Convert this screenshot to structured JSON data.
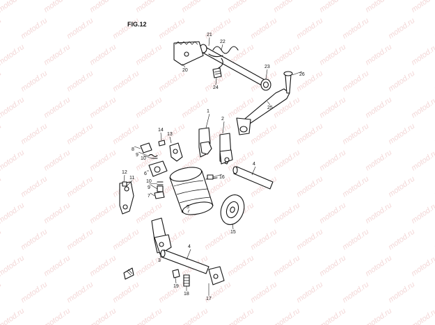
{
  "figure_title": "FIG.12",
  "watermark_text": "motod.ru",
  "ink_color": "#111111",
  "watermark_color": "#f3d7d7",
  "callouts": [
    {
      "id": "c21",
      "label": "21"
    },
    {
      "id": "c22",
      "label": "22"
    },
    {
      "id": "c20",
      "label": "20"
    },
    {
      "id": "c24",
      "label": "24"
    },
    {
      "id": "c23",
      "label": "23"
    },
    {
      "id": "c26",
      "label": "26"
    },
    {
      "id": "c25",
      "label": "25"
    },
    {
      "id": "c1",
      "label": "1"
    },
    {
      "id": "c2",
      "label": "2"
    },
    {
      "id": "c14",
      "label": "14"
    },
    {
      "id": "c13",
      "label": "13"
    },
    {
      "id": "c8",
      "label": "8"
    },
    {
      "id": "c9a",
      "label": "9"
    },
    {
      "id": "c10a",
      "label": "10"
    },
    {
      "id": "c6",
      "label": "6"
    },
    {
      "id": "c12",
      "label": "12"
    },
    {
      "id": "c11",
      "label": "11"
    },
    {
      "id": "c16",
      "label": "16"
    },
    {
      "id": "c4a",
      "label": "4"
    },
    {
      "id": "c10b",
      "label": "10"
    },
    {
      "id": "c9b",
      "label": "9"
    },
    {
      "id": "c7",
      "label": "7"
    },
    {
      "id": "c5",
      "label": "5"
    },
    {
      "id": "c15",
      "label": "15"
    },
    {
      "id": "c3",
      "label": "3"
    },
    {
      "id": "c4b",
      "label": "4"
    },
    {
      "id": "c19",
      "label": "19"
    },
    {
      "id": "c18",
      "label": "18"
    },
    {
      "id": "c17",
      "label": "17"
    }
  ]
}
